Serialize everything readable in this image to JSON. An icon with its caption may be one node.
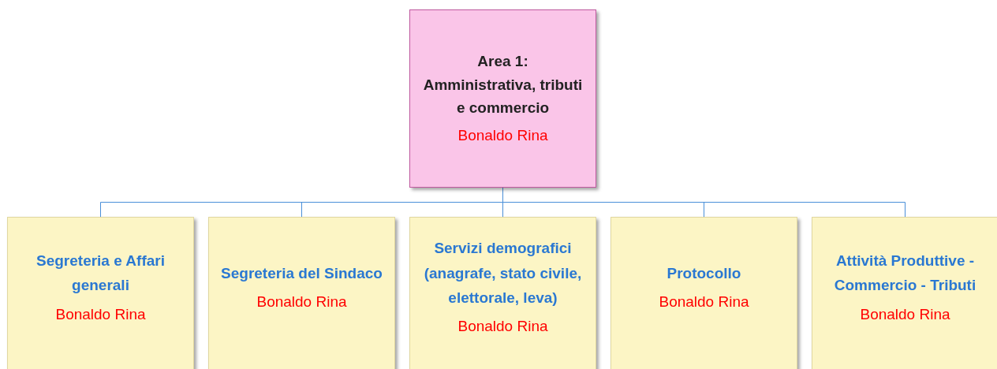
{
  "diagram": {
    "nodes": [
      {
        "text": [
          "Area 1: Amministrativa, tributi e commercio",
          "Bonaldo Rina"
        ]
      },
      {
        "text": [
          "Segreteria e Affari generali",
          "Bonaldo Rina"
        ]
      },
      {
        "text": [
          "Segreteria del Sindaco",
          "Bonaldo Rina"
        ]
      },
      {
        "text": [
          "Servizi demografici (anagrafe, stato civile, elettorale, leva)",
          "Bonaldo Rina"
        ]
      },
      {
        "text": [
          "Protocollo",
          "Bonaldo Rina"
        ]
      },
      {
        "text": [
          "Attività Produttive - Commercio - Tributi",
          "Bonaldo Rina"
        ]
      }
    ],
    "edges": [
      {
        "from": 0,
        "to": 1,
        "arrow": "none"
      },
      {
        "from": 0,
        "to": 2,
        "arrow": "none"
      },
      {
        "from": 0,
        "to": 3,
        "arrow": "none"
      },
      {
        "from": 0,
        "to": 4,
        "arrow": "none"
      },
      {
        "from": 0,
        "to": 5,
        "arrow": "none"
      }
    ]
  }
}
